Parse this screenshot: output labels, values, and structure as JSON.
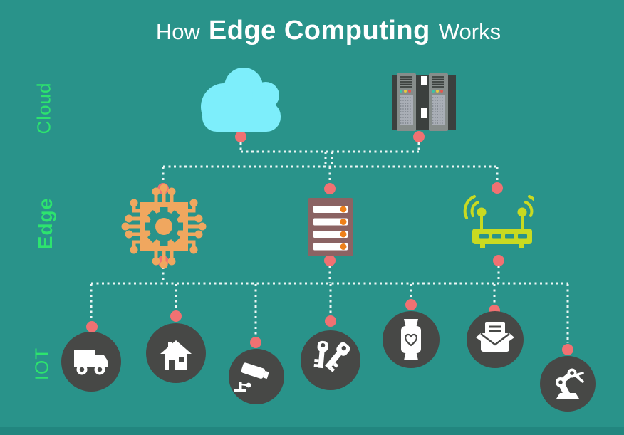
{
  "title": {
    "prefix": "How",
    "emphasis": "Edge Computing",
    "suffix": "Works"
  },
  "layer_labels": {
    "cloud": "Cloud",
    "edge": "Edge",
    "iot": "IOT"
  },
  "icons": {
    "cloud_layer": [
      "cloud-icon",
      "server-rack-icon"
    ],
    "edge_layer": [
      "circuit-chip-icon",
      "edge-server-icon",
      "wifi-router-icon"
    ],
    "iot_layer": [
      "delivery-truck-icon",
      "smart-home-icon",
      "cctv-camera-icon",
      "smart-keys-icon",
      "smartwatch-icon",
      "smart-mail-icon",
      "robot-arm-icon"
    ]
  },
  "colors": {
    "bg": "#29938a",
    "bg_shade": "#21847c",
    "accent_green": "#2de46e",
    "dot_pink": "#f07172",
    "line_white": "#edf7f5",
    "cloud_cyan": "#7deefb",
    "rack_dark": "#3b403e",
    "rack_gray": "#868d8b",
    "rack_panel": "#a9aeb6",
    "rack_dot": "#757c84",
    "led_green": "#3cc3a6",
    "led_yellow": "#e6c93f",
    "led_red": "#e2574f",
    "chip_orange": "#f0a75f",
    "server_mauve": "#8b6363",
    "slot_orange": "#ee8019",
    "router_yellow": "#c9da21",
    "iot_circle": "#474846",
    "icon_white": "#ffffff"
  }
}
